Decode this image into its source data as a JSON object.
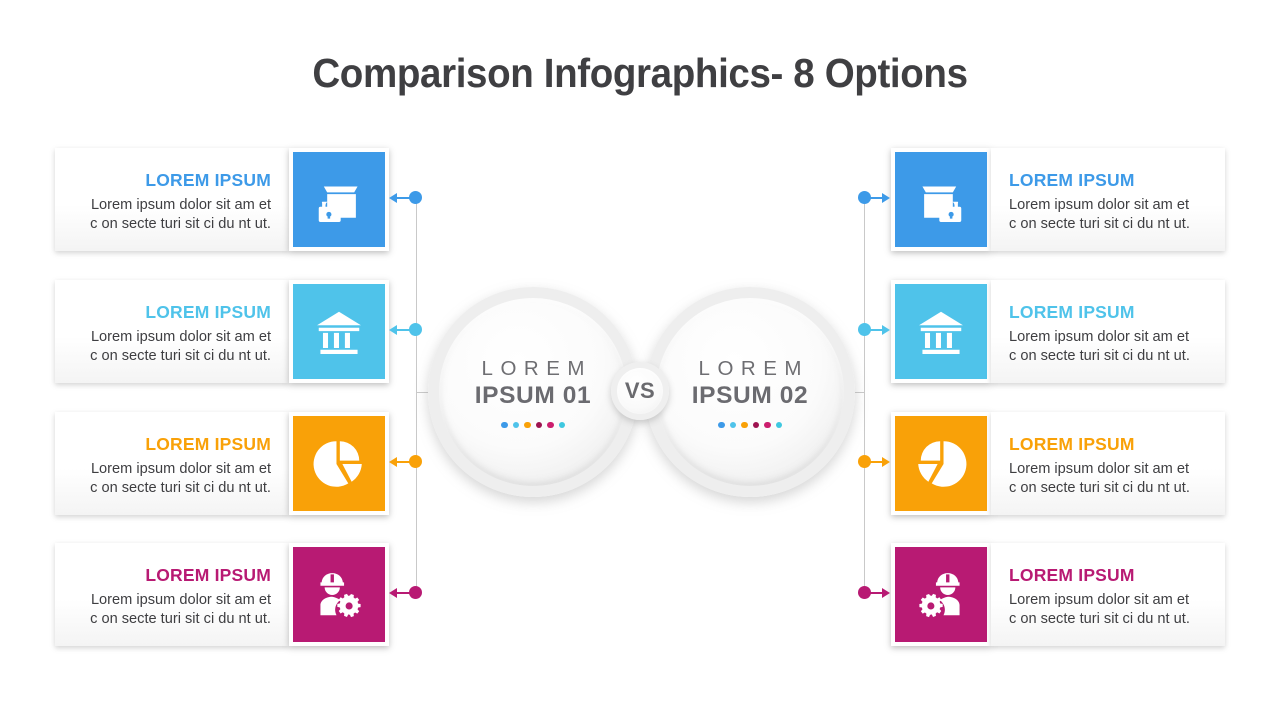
{
  "title": "Comparison Infographics- 8 Options",
  "center": {
    "left_circle": {
      "line1": "LOREM",
      "line2": "IPSUM 01"
    },
    "right_circle": {
      "line1": "LOREM",
      "line2": "IPSUM 02"
    },
    "vs_label": "VS",
    "dot_colors": [
      "#3d9ae8",
      "#4fc3ea",
      "#f9a108",
      "#9e1350",
      "#cc1f6e",
      "#3fc8e0"
    ]
  },
  "palette": {
    "blue": "#3d9ae8",
    "cyan": "#4fc3ea",
    "orange": "#f9a108",
    "magenta": "#b81a73",
    "spine": "#c9c9c9",
    "title_color": "#3f3f42",
    "body_text": "#3e3e41"
  },
  "left_items": [
    {
      "title": "LOREM IPSUM",
      "desc": "Lorem ipsum dolor sit am et\nc on secte turi sit ci du nt ut.",
      "color": "#3d9ae8",
      "icon": "package-lock-icon"
    },
    {
      "title": "LOREM IPSUM",
      "desc": "Lorem ipsum dolor sit am et\nc on secte turi sit ci du nt ut.",
      "color": "#4fc3ea",
      "icon": "bank-icon"
    },
    {
      "title": "LOREM IPSUM",
      "desc": "Lorem ipsum dolor sit am et\nc on secte turi sit ci du nt ut.",
      "color": "#f9a108",
      "icon": "pie-chart-icon"
    },
    {
      "title": "LOREM IPSUM",
      "desc": "Lorem ipsum dolor sit am et\nc on secte turi sit ci du nt ut.",
      "color": "#b81a73",
      "icon": "engineer-gear-icon"
    }
  ],
  "right_items": [
    {
      "title": "LOREM IPSUM",
      "desc": "Lorem ipsum dolor sit am et\nc on secte turi sit ci du nt ut.",
      "color": "#3d9ae8",
      "icon": "package-lock-icon"
    },
    {
      "title": "LOREM IPSUM",
      "desc": "Lorem ipsum dolor sit am et\nc on secte turi sit ci du nt ut.",
      "color": "#4fc3ea",
      "icon": "bank-icon"
    },
    {
      "title": "LOREM IPSUM",
      "desc": "Lorem ipsum dolor sit am et\nc on secte turi sit ci du nt ut.",
      "color": "#f9a108",
      "icon": "pie-chart-icon"
    },
    {
      "title": "LOREM IPSUM",
      "desc": "Lorem ipsum dolor sit am et\nc on secte turi sit ci du nt ut.",
      "color": "#b81a73",
      "icon": "engineer-gear-icon"
    }
  ]
}
